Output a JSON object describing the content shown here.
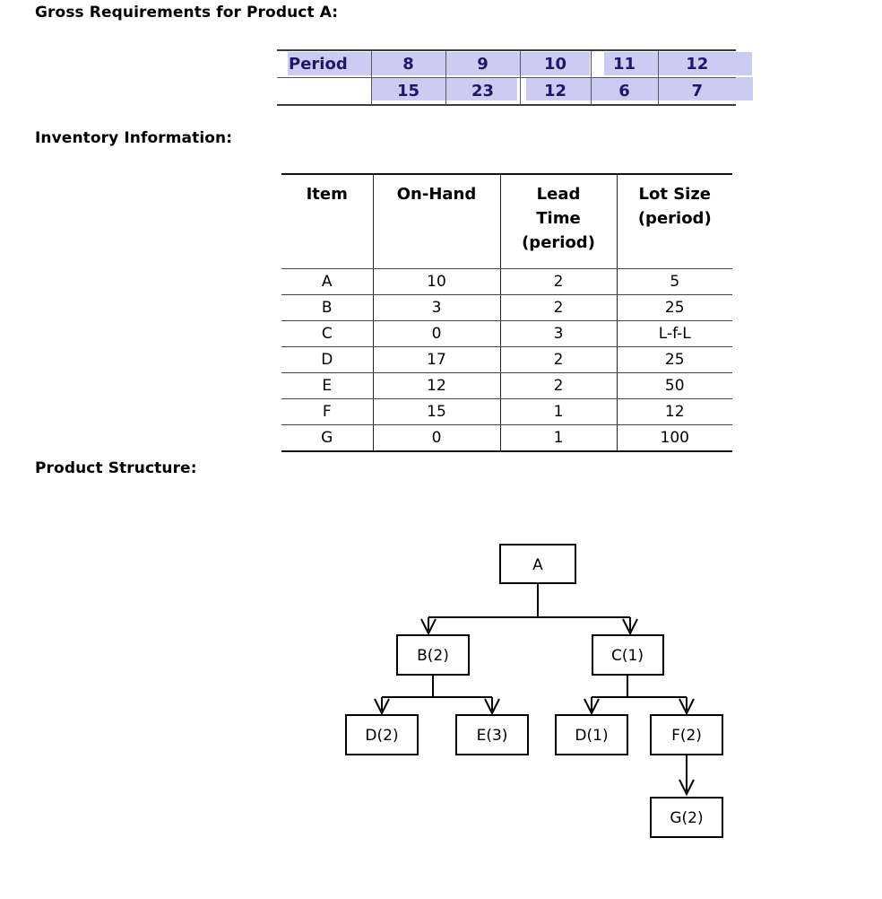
{
  "headings": {
    "gross": "Gross Requirements for Product A:",
    "inventory": "Inventory Information:",
    "structure": "Product Structure:"
  },
  "colors": {
    "highlight": "#ccccf2",
    "highlight_text": "#1a1a66",
    "rule": "#111111",
    "box_stroke": "#000000"
  },
  "gross_requirements": {
    "row_label": "Period",
    "periods": [
      "8",
      "9",
      "10",
      "11",
      "12"
    ],
    "quantities": [
      "15",
      "23",
      "12",
      "6",
      "7"
    ]
  },
  "inventory": {
    "columns": [
      "Item",
      "On-Hand",
      "Lead Time (period)",
      "Lot Size (period)"
    ],
    "column_lines": {
      "item": [
        "Item"
      ],
      "on_hand": [
        "On-Hand"
      ],
      "lead_time": [
        "Lead",
        "Time",
        "(period)"
      ],
      "lot_size": [
        "Lot Size",
        "(period)"
      ]
    },
    "rows": [
      {
        "item": "A",
        "on_hand": "10",
        "lead_time": "2",
        "lot_size": "5"
      },
      {
        "item": "B",
        "on_hand": "3",
        "lead_time": "2",
        "lot_size": "25"
      },
      {
        "item": "C",
        "on_hand": "0",
        "lead_time": "3",
        "lot_size": "L-f-L"
      },
      {
        "item": "D",
        "on_hand": "17",
        "lead_time": "2",
        "lot_size": "25"
      },
      {
        "item": "E",
        "on_hand": "12",
        "lead_time": "2",
        "lot_size": "50"
      },
      {
        "item": "F",
        "on_hand": "15",
        "lead_time": "1",
        "lot_size": "12"
      },
      {
        "item": "G",
        "on_hand": "0",
        "lead_time": "1",
        "lot_size": "100"
      }
    ]
  },
  "product_structure": {
    "nodes": [
      {
        "id": "A",
        "label": "A",
        "level": 0
      },
      {
        "id": "B",
        "label": "B(2)",
        "level": 1
      },
      {
        "id": "C",
        "label": "C(1)",
        "level": 1
      },
      {
        "id": "D1",
        "label": "D(2)",
        "level": 2
      },
      {
        "id": "E",
        "label": "E(3)",
        "level": 2
      },
      {
        "id": "D2",
        "label": "D(1)",
        "level": 2
      },
      {
        "id": "F",
        "label": "F(2)",
        "level": 2
      },
      {
        "id": "G",
        "label": "G(2)",
        "level": 3
      }
    ],
    "edges": [
      {
        "from": "A",
        "to": "B"
      },
      {
        "from": "A",
        "to": "C"
      },
      {
        "from": "B",
        "to": "D1"
      },
      {
        "from": "B",
        "to": "E"
      },
      {
        "from": "C",
        "to": "D2"
      },
      {
        "from": "C",
        "to": "F"
      },
      {
        "from": "F",
        "to": "G"
      }
    ]
  }
}
